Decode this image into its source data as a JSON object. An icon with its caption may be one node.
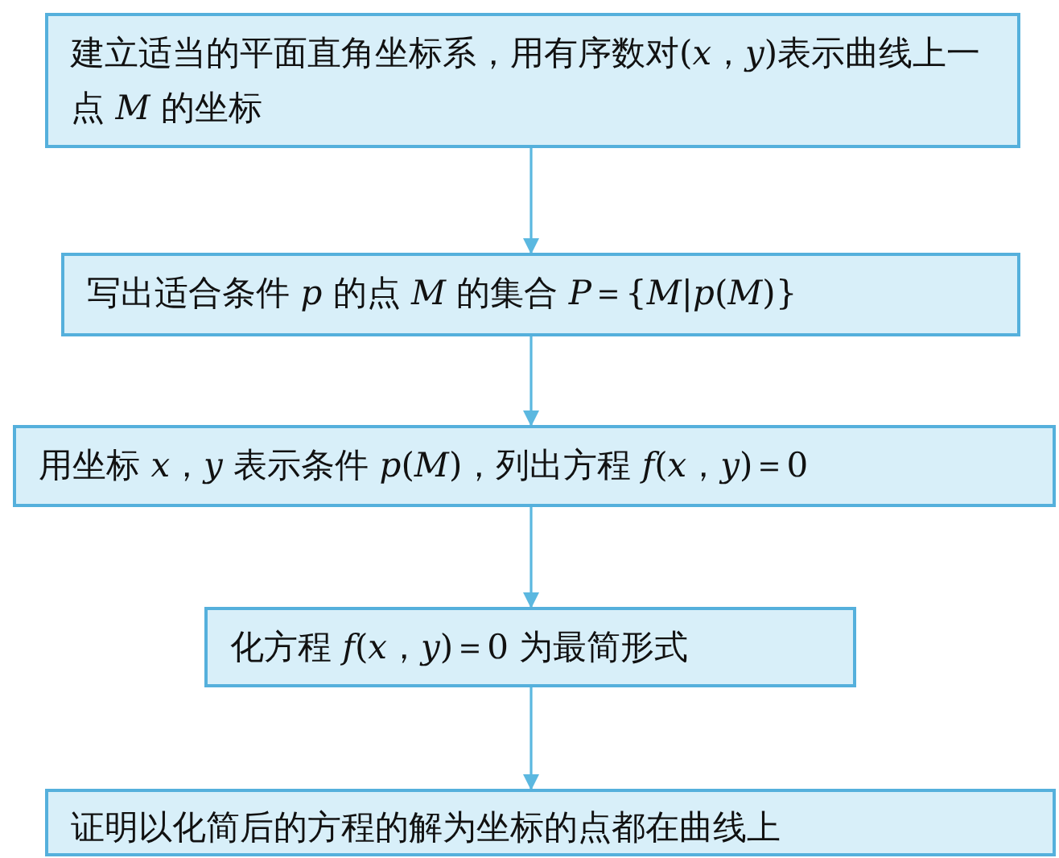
{
  "diagram": {
    "nodes": [
      {
        "text": [
          "建立适当的平面直角坐标系，用有序数对(*x*，*y*)表示曲线上一点 *M* 的坐标"
        ]
      },
      {
        "text": [
          "写出适合条件 *p* 的点 *M* 的集合 *P*＝{*M*|*p*(*M*)}"
        ]
      },
      {
        "text": [
          "用坐标 *x*，*y* 表示条件 *p*(*M*)，列出方程 *f*(*x*，*y*)＝0"
        ]
      },
      {
        "text": [
          "化方程 *f*(*x*，*y*)＝0 为最简形式"
        ]
      },
      {
        "text": [
          "证明以化简后的方程的解为坐标的点都在曲线上"
        ]
      }
    ],
    "edges": [
      {
        "from": 0,
        "to": 1,
        "arrow": "to"
      },
      {
        "from": 1,
        "to": 2,
        "arrow": "to"
      },
      {
        "from": 2,
        "to": 3,
        "arrow": "to"
      },
      {
        "from": 3,
        "to": 4,
        "arrow": "to"
      }
    ]
  }
}
